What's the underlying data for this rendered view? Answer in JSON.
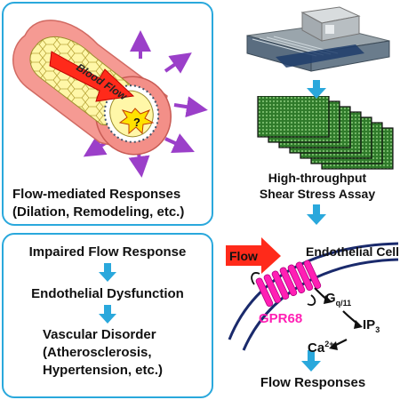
{
  "vessel_panel": {
    "vessel_label": "Blood Flow",
    "sensor_mark": "?",
    "caption_line1": "Flow-mediated Responses",
    "caption_line2": "(Dilation, Remodeling, etc.)"
  },
  "assay": {
    "label_line1": "High-throughput",
    "label_line2": "Shear Stress Assay"
  },
  "disease_panel": {
    "step1": "Impaired Flow Response",
    "step2": "Endothelial Dysfunction",
    "step3_line1": "Vascular Disorder",
    "step3_line2": "(Atherosclerosis,",
    "step3_line3": "Hypertension, etc.)"
  },
  "pathway": {
    "flow_label": "Flow",
    "cell_label": "Endothelial Cell",
    "receptor_label": "GPR68",
    "g_protein": "G",
    "g_subscript": "q/11",
    "ip": "IP",
    "ip_subscript": "3",
    "ca": "Ca",
    "ca_superscript": "2+",
    "output_label": "Flow Responses"
  },
  "colors": {
    "panel_border": "#2aa8dc",
    "arrow_blue": "#2aa8dc",
    "receptor_magenta": "#ff1fb4",
    "flow_red": "#ff2a1a",
    "radiating_arrows": "#9b3fc9"
  }
}
